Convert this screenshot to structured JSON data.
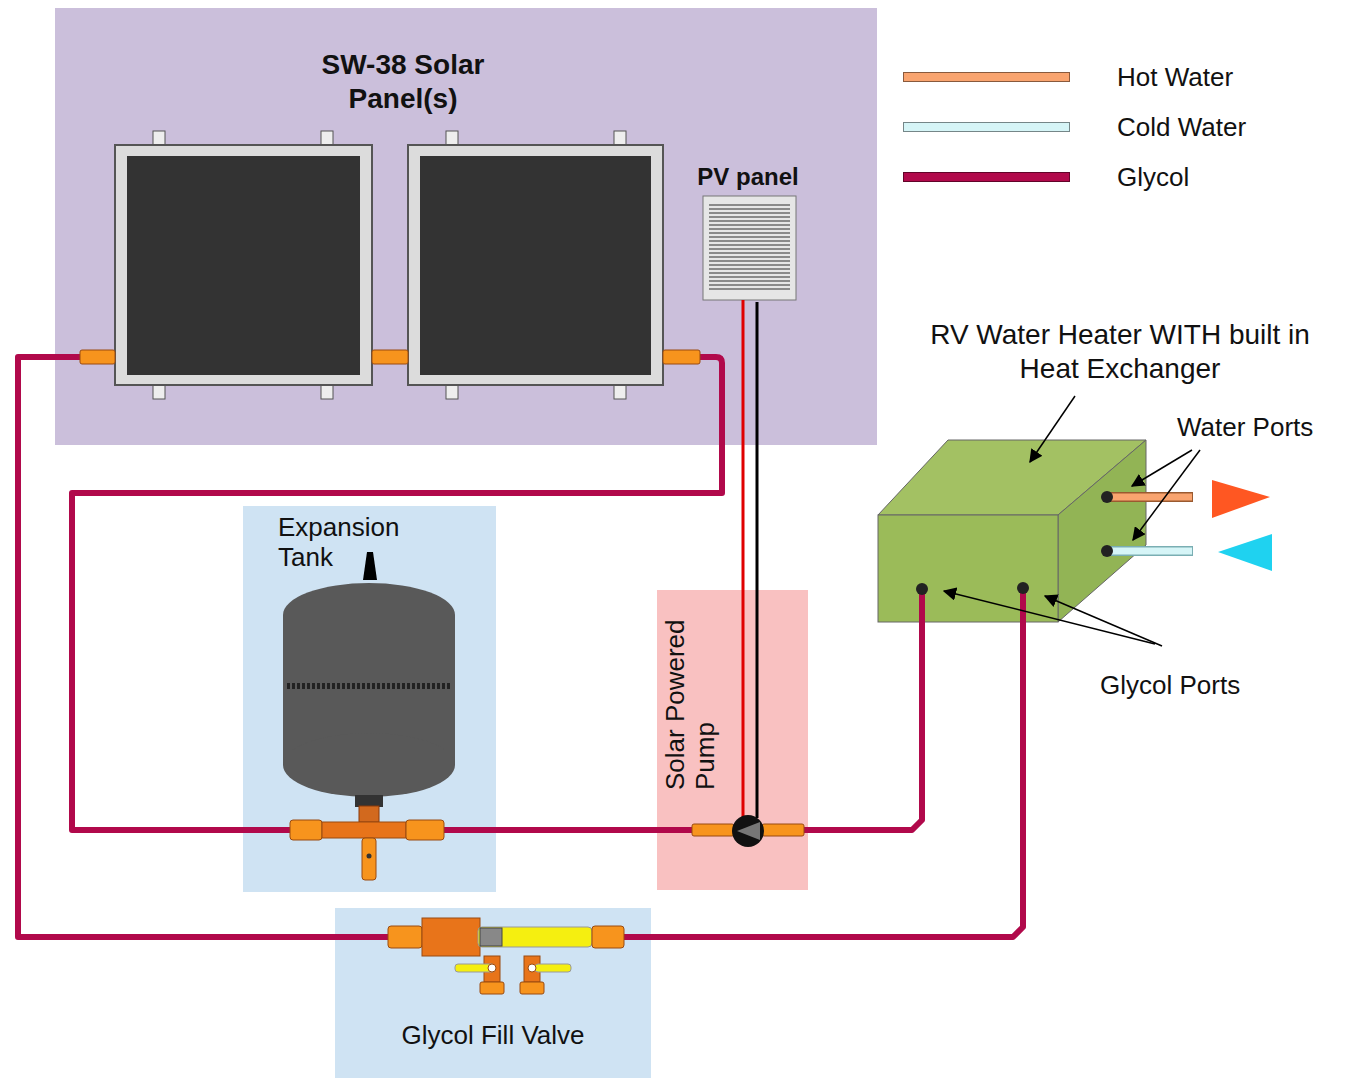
{
  "diagram": {
    "nodes": [
      {
        "text": [
          "SW-38 Solar Panel(s)"
        ]
      },
      {
        "text": [
          "PV panel"
        ],
        "in": 0
      },
      {
        "text": [
          "RV Water Heater WITH built in Heat Exchanger"
        ]
      },
      {
        "text": [
          "Expansion Tank"
        ]
      },
      {
        "text": [
          "Solar Powered Pump"
        ]
      },
      {
        "text": [
          "Glycol Fill Valve"
        ]
      }
    ],
    "edges": [
      {
        "from": 0,
        "to": 3,
        "arrow": "none"
      },
      {
        "from": 3,
        "to": 4,
        "arrow": "none"
      },
      {
        "from": 4,
        "to": 2,
        "arrow": "none"
      },
      {
        "from": 2,
        "to": 5,
        "arrow": "none"
      },
      {
        "from": 5,
        "to": 0,
        "arrow": "none"
      },
      {
        "from": 1,
        "to": 4,
        "arrow": "none"
      }
    ],
    "labels": [
      "Water Ports",
      "Glycol Ports"
    ],
    "legend": [
      {
        "text": "Hot Water",
        "color": "#f9a46f"
      },
      {
        "text": "Cold Water",
        "color": "#d6f5f7"
      },
      {
        "text": "Glycol",
        "color": "#b1094b"
      }
    ]
  }
}
